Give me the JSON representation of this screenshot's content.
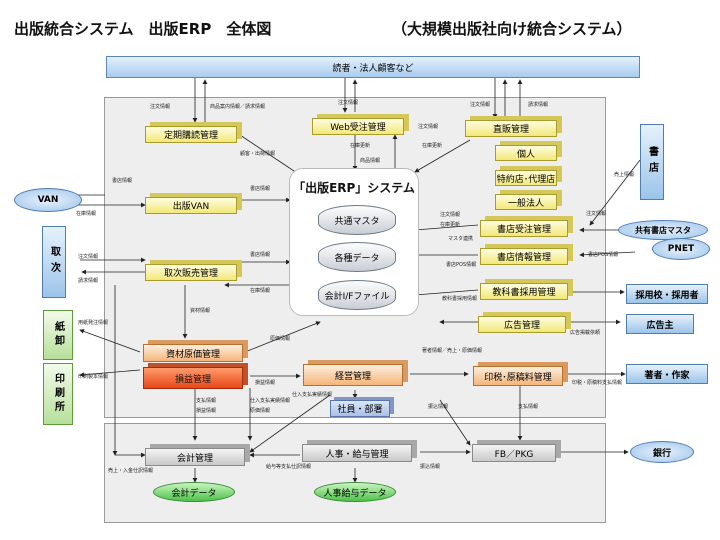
{
  "header": {
    "title": "出版統合システム　出版ERP　全体図",
    "subtitle": "（大規模出版社向け統合システム）"
  },
  "top_bar": "読者・法人顧客など",
  "erp": {
    "title": "「出版ERP」システム",
    "db": [
      "共通マスタ",
      "各種データ",
      "会計I/Fファイル"
    ]
  },
  "modules": {
    "teiki": "定期購読管理",
    "web": "Web受注管理",
    "chokuhan": "直販管理",
    "kojin": "個人",
    "tokuyaku": "特約店･代理店",
    "ippan": "一般法人",
    "shuppan_van": "出版VAN",
    "torihiki": "取次販売管理",
    "shoten_juchu": "書店受注管理",
    "shoten_joho": "書店情報管理",
    "kyokasho": "教科書採用管理",
    "kokoku": "広告管理",
    "shizai": "資材原価管理",
    "soneki": "損益管理",
    "keiei": "経営管理",
    "inzei": "印税･原稿料管理",
    "shain": "社員・部署",
    "kaikei": "会計管理",
    "jinji": "人事・給与管理",
    "fb": "FB／PKG",
    "kaikei_data": "会計データ",
    "jinji_data": "人事給与データ"
  },
  "externals": {
    "van": "VAN",
    "toritsugi": "取次",
    "shiori": "紙卸",
    "insatsu": "印刷所",
    "shoten": "書店",
    "shoten_master": "共有書店マスタ",
    "pnet": "PNET",
    "saiyoko": "採用校・採用者",
    "kokokunushi": "広告主",
    "chosha": "著者・作家",
    "ginko": "銀行"
  },
  "labels": {
    "l1": "注文情報",
    "l2": "商品案内情報／請求情報",
    "l3": "注文情報",
    "l4": "注文情報",
    "l5": "請求情報",
    "l6": "顧客・出荷情報",
    "l7": "在庫更新",
    "l8": "商品情報",
    "l9": "在庫更新",
    "l10": "注文情報",
    "l11": "書店情報",
    "l12": "在庫情報",
    "l13": "書店情報",
    "l14": "注文情報",
    "l15": "請求情報",
    "l16": "書店情報",
    "l17": "在庫情報",
    "l18": "注文情報",
    "l19": "売上情報",
    "l20": "在庫更新",
    "l21": "マスタ連携",
    "l22": "書店POS情報",
    "l23": "注文情報",
    "l24": "書店POS情報",
    "l25": "教科書採用情報",
    "l26": "広告掲載依頼",
    "l27": "用紙発注情報",
    "l28": "印刷製本情報",
    "l29": "資材情報",
    "l30": "著者情報／売上・原価情報",
    "l31": "原価情報",
    "l32": "印税・原稿料支払情報",
    "l33": "損益情報",
    "l34": "仕入支払実績情報",
    "l35": "振込情報",
    "l36": "支払情報",
    "l37": "支払情報",
    "l38": "売上・入金仕訳情報",
    "l39": "給与等支払仕訳情報",
    "l40": "振込情報",
    "l41": "損益情報",
    "l42": "仕入支払実績情報",
    "l43": "原価情報"
  }
}
